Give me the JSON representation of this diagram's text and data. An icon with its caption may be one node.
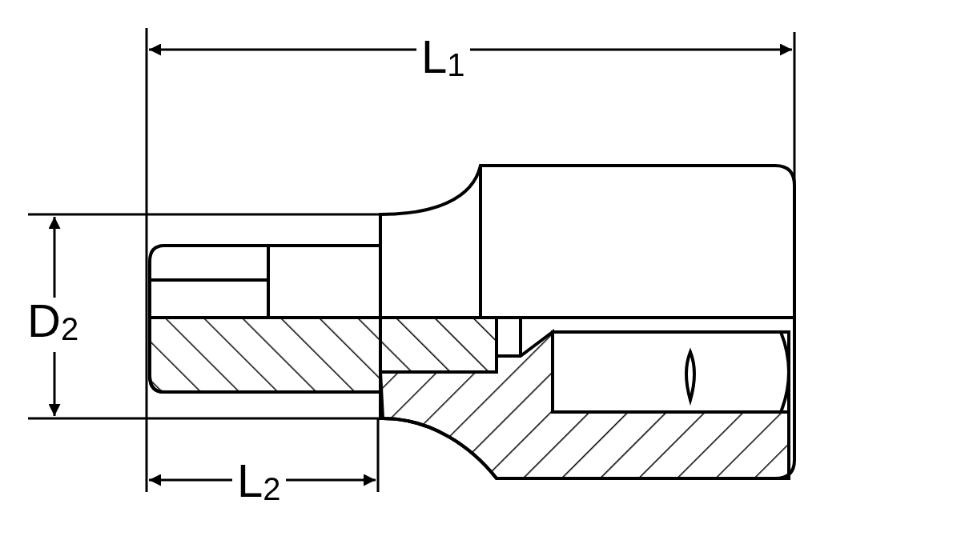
{
  "diagram": {
    "labels": [
      "L$_{1}$",
      "D$_{2}$",
      "L$_{2}$"
    ]
  }
}
